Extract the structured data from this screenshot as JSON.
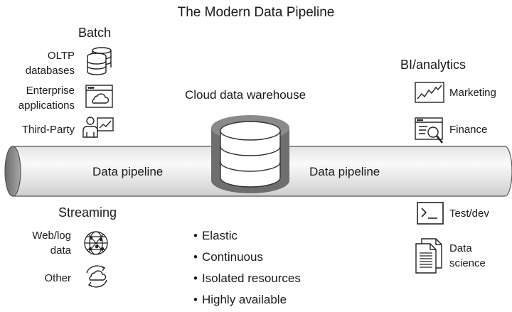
{
  "title": "The Modern Data Pipeline",
  "batch": {
    "heading": "Batch",
    "sources": [
      {
        "label_lines": [
          "OLTP",
          "databases"
        ],
        "icon": "database-stack-icon"
      },
      {
        "label_lines": [
          "Enterprise",
          "applications"
        ],
        "icon": "cloud-window-icon"
      },
      {
        "label_lines": [
          "Third-Party"
        ],
        "icon": "person-chart-icon"
      }
    ]
  },
  "streaming": {
    "heading": "Streaming",
    "sources": [
      {
        "label_lines": [
          "Web/log",
          "data"
        ],
        "icon": "globe-network-icon"
      },
      {
        "label_lines": [
          "Other"
        ],
        "icon": "cloud-sync-icon"
      }
    ]
  },
  "pipeline": {
    "left_label": "Data pipeline",
    "right_label": "Data pipeline"
  },
  "warehouse": {
    "heading": "Cloud data warehouse",
    "icon": "warehouse-cylinder-icon",
    "features": [
      "Elastic",
      "Continuous",
      "Isolated resources",
      "Highly available"
    ]
  },
  "bi": {
    "heading": "BI/analytics",
    "targets": [
      {
        "label_lines": [
          "Marketing"
        ],
        "icon": "line-chart-icon"
      },
      {
        "label_lines": [
          "Finance"
        ],
        "icon": "magnifier-window-icon"
      }
    ]
  },
  "dev": {
    "targets": [
      {
        "label_lines": [
          "Test/dev"
        ],
        "icon": "terminal-icon"
      },
      {
        "label_lines": [
          "Data",
          "science"
        ],
        "icon": "documents-icon"
      }
    ]
  },
  "colors": {
    "pipe_light": "#f3f3f3",
    "pipe_dark": "#9a9a9a",
    "outline": "#333333",
    "warehouse_band": "#6e6e6e"
  }
}
